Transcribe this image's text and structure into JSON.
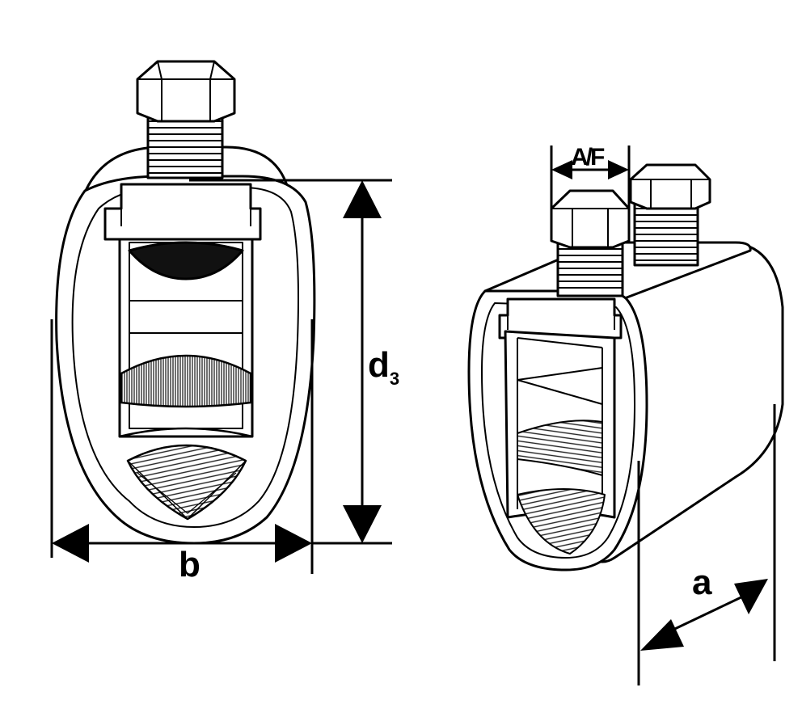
{
  "labels": {
    "width": "b",
    "depth": "d",
    "depth_subscript": "3",
    "across_flats": "A/F",
    "length": "a"
  },
  "colors": {
    "ink": "#000000",
    "paper": "#ffffff",
    "hatch": "#222222"
  }
}
